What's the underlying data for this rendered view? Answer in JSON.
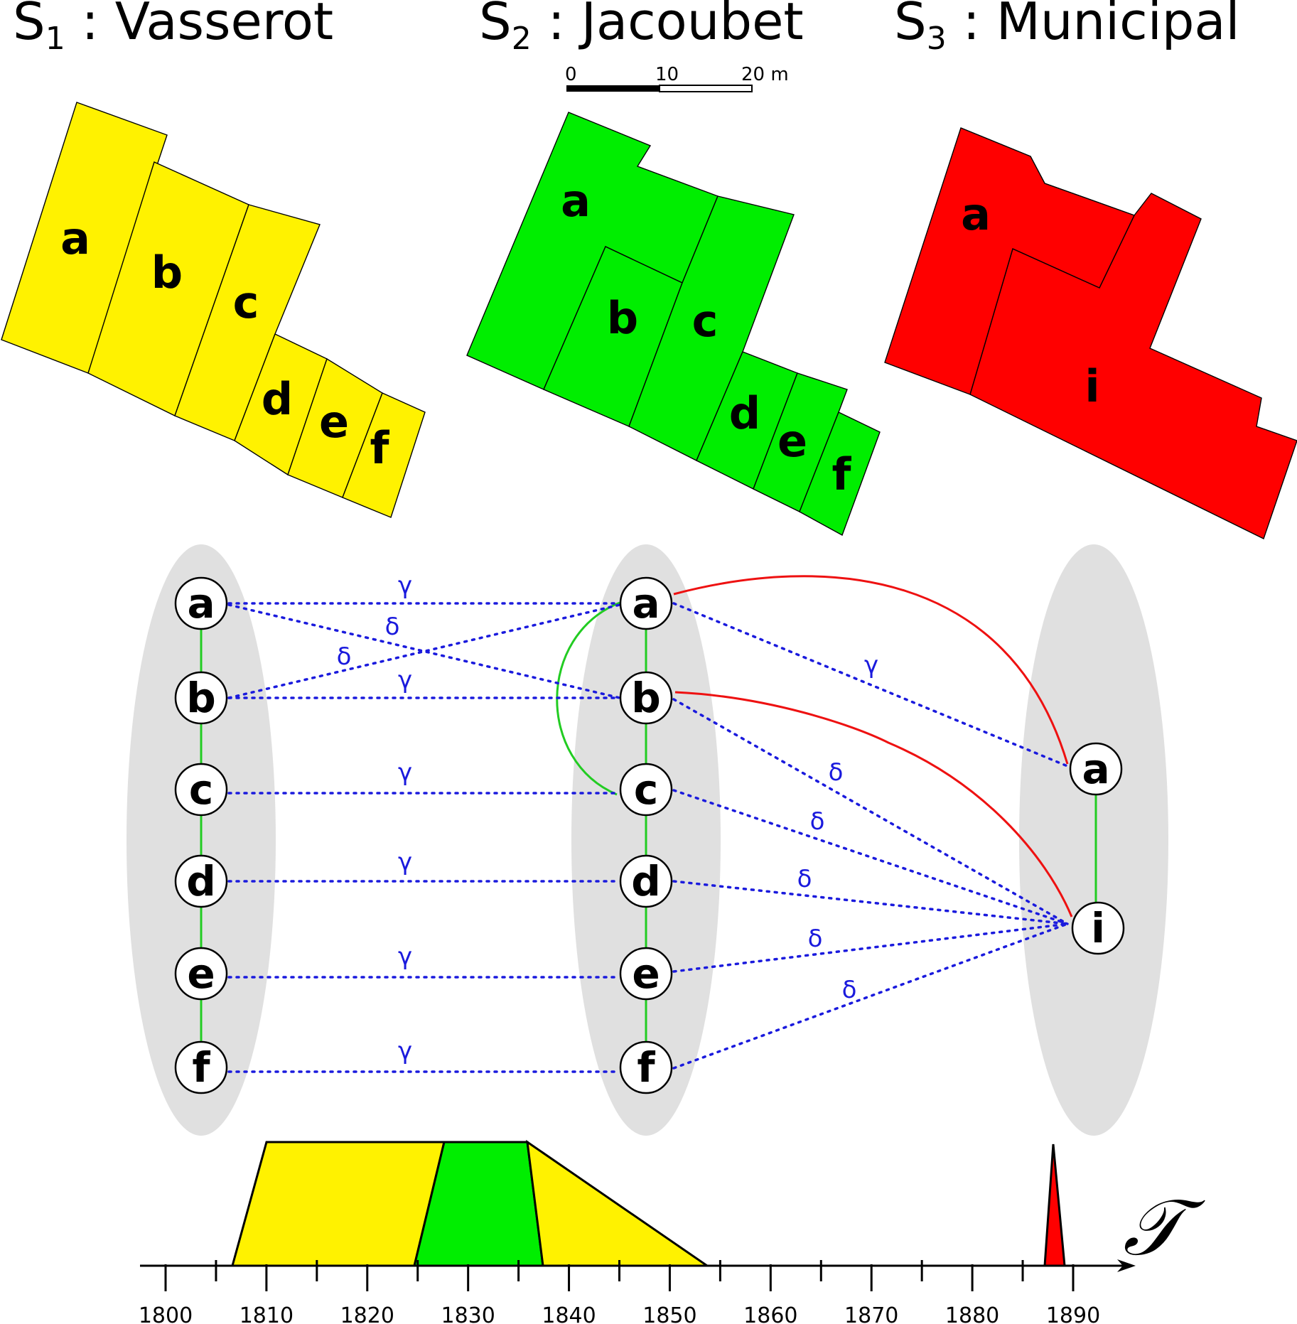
{
  "titles": [
    {
      "prefix": "S",
      "sub": "1",
      "name": " : Vasserot"
    },
    {
      "prefix": "S",
      "sub": "2",
      "name": " : Jacoubet"
    },
    {
      "prefix": "S",
      "sub": "3",
      "name": " : Municipal"
    }
  ],
  "scale_bar": {
    "labels": [
      "0",
      "10",
      "20 m"
    ]
  },
  "maps": {
    "s1": {
      "color": "#fff200",
      "labels": [
        "a",
        "b",
        "c",
        "d",
        "e",
        "f"
      ]
    },
    "s2": {
      "color": "#00ee00",
      "labels": [
        "a",
        "b",
        "c",
        "d",
        "e",
        "f"
      ]
    },
    "s3": {
      "color": "#ff0000",
      "labels": [
        "a",
        "i"
      ]
    }
  },
  "graph": {
    "colors": {
      "spatial": "#22cc22",
      "identity": "#ee1111",
      "filiation": "#1a1add"
    },
    "s1_nodes": [
      "a",
      "b",
      "c",
      "d",
      "e",
      "f"
    ],
    "s2_nodes": [
      "a",
      "b",
      "c",
      "d",
      "e",
      "f"
    ],
    "s3_nodes": [
      "a",
      "i"
    ],
    "edge_labels": {
      "gamma": "γ",
      "delta": "δ"
    }
  },
  "timeline": {
    "tick_labels": [
      "1800",
      "1810",
      "1820",
      "1830",
      "1840",
      "1850",
      "1860",
      "1870",
      "1880",
      "1890"
    ],
    "axis_symbol": "𝒯",
    "colors": {
      "s1": "#fff200",
      "s2": "#00ee00",
      "s3": "#ff0000"
    }
  }
}
